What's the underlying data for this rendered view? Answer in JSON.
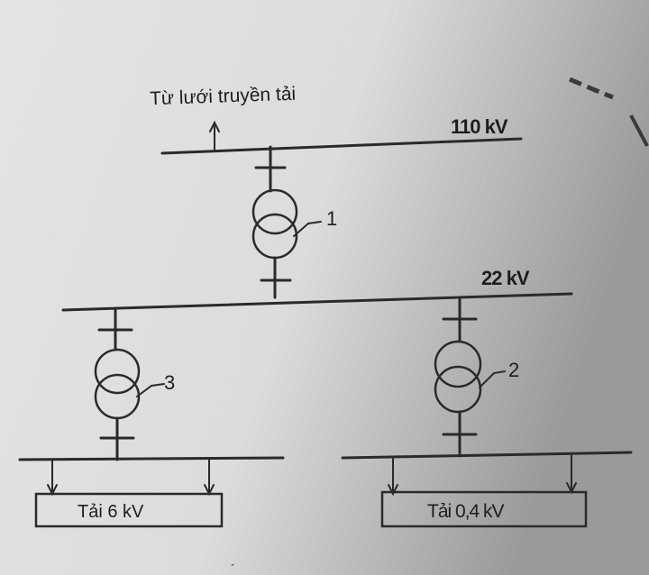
{
  "source_label": "Từ lưới truyền tải",
  "buses": {
    "hv": "110 kV",
    "mv": "22 kV"
  },
  "transformers": {
    "t1": "1",
    "t2": "2",
    "t3": "3"
  },
  "loads": {
    "left": "Tải 6 kV",
    "right": "Tải 0,4 kV"
  },
  "colors": {
    "paper": "#e4e4e2",
    "ink": "#2a2a2a",
    "shadow": "#8e8e8e"
  }
}
